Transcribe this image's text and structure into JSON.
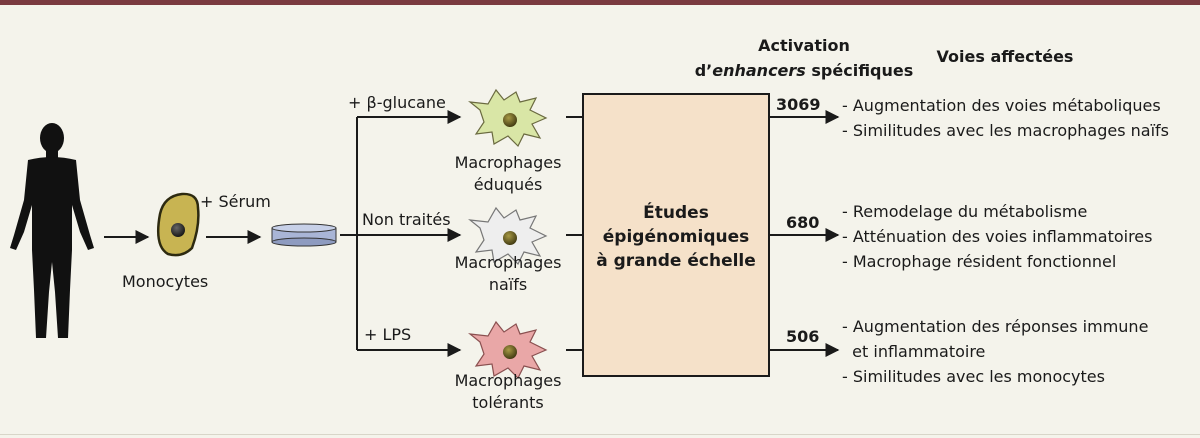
{
  "header": {
    "activation_line1": "Activation",
    "activation_line2_prefix": "d’",
    "activation_line2_italic": "enhancers",
    "activation_line2_suffix": " spécifiques",
    "pathways": "Voies affectées"
  },
  "monocytes_label": "Monocytes",
  "serum_label": "+ Sérum",
  "treatments": {
    "beta_glucan": "+ β-glucane",
    "untreated": "Non traités",
    "lps": "+ LPS"
  },
  "macrophages": [
    {
      "line1": "Macrophages",
      "line2": "éduqués",
      "color": "#d9e6a6"
    },
    {
      "line1": "Macrophages",
      "line2": "naïfs",
      "color": "#eeeeee"
    },
    {
      "line1": "Macrophages",
      "line2": "tolérants",
      "color": "#e9a7a7"
    }
  ],
  "box": {
    "line1": "Études",
    "line2": "épigénomiques",
    "line3": "à grande échelle",
    "fill": "#f5e1c9"
  },
  "results": [
    {
      "count": "3069",
      "pathways": [
        "- Augmentation des voies métaboliques",
        "- Similitudes avec les macrophages naïfs"
      ]
    },
    {
      "count": "680",
      "pathways": [
        "- Remodelage du métabolisme",
        "- Atténuation des voies inflammatoires",
        "- Macrophage résident fonctionnel"
      ]
    },
    {
      "count": "506",
      "pathways": [
        "- Augmentation des réponses immune",
        "  et inflammatoire",
        "- Similitudes avec les monocytes"
      ]
    }
  ],
  "colors": {
    "background": "#f4f3eb",
    "top_bar": "#7a3a40",
    "monocyte": "#c8b452",
    "dish": "#a9b5d6"
  }
}
